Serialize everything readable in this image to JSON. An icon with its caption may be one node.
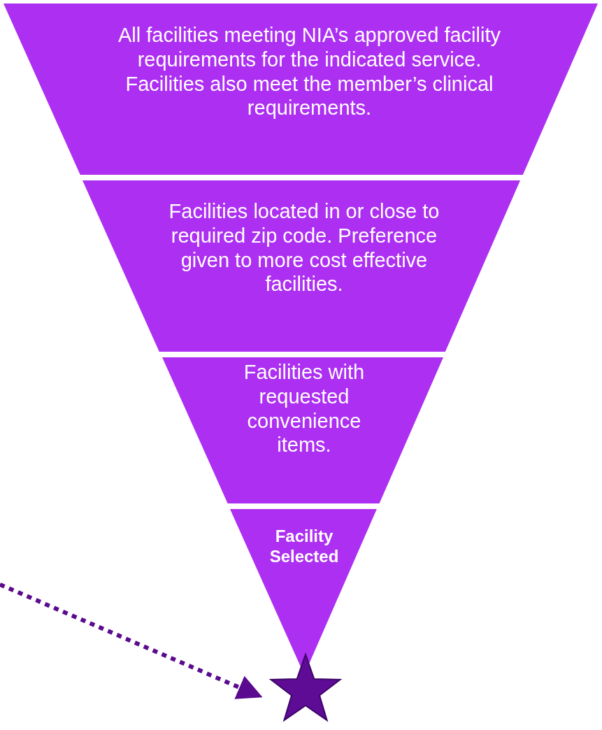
{
  "diagram": {
    "nodes": [
      {
        "text": [
          "All facilities meeting NIA’s approved facility requirements for the indicated service. Facilities also meet the member’s clinical requirements."
        ]
      },
      {
        "text": [
          "Facilities located in or close to required zip code. Preference given to more cost effective facilities."
        ]
      },
      {
        "text": [
          "Facilities with requested convenience items."
        ]
      },
      {
        "text": [
          "Facility Selected"
        ]
      },
      {
        "text": [],
        "shape": "star"
      }
    ],
    "edges": [
      {
        "from": null,
        "to": 4,
        "arrow": "to",
        "style": "dashed"
      }
    ]
  }
}
